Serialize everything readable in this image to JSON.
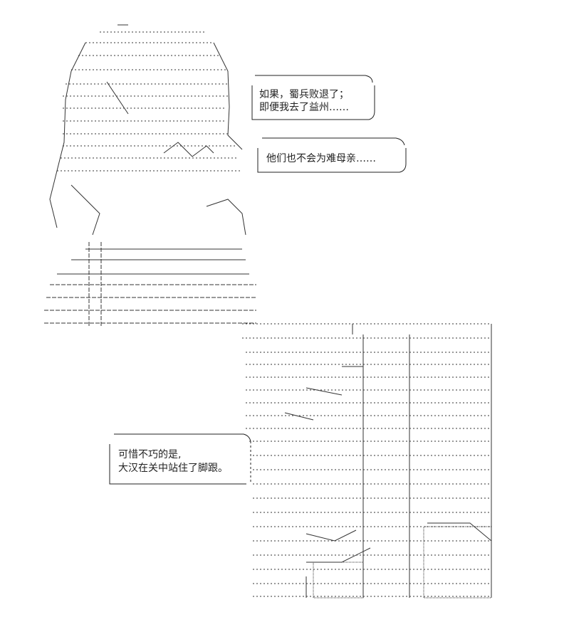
{
  "bubbles": [
    {
      "lines": [
        "如果，蜀兵败退了；",
        "即便我去了益州……"
      ]
    },
    {
      "lines": [
        "他们也不会为难母亲……"
      ]
    },
    {
      "lines": [
        "可惜不巧的是,",
        "大汉在关中站住了脚跟。"
      ]
    }
  ],
  "colors": {
    "ink": "#222222",
    "background": "#ffffff"
  }
}
